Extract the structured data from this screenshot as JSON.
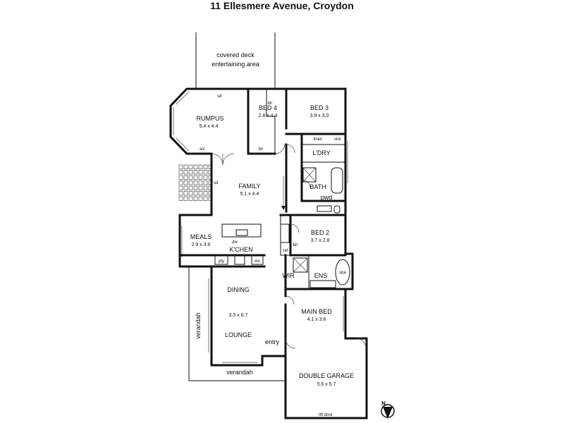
{
  "title": "11 Ellesmere Avenue, Croydon",
  "rooms": {
    "deck": {
      "line1": "covered deck",
      "line2": "entertaining area"
    },
    "rumpus": {
      "name": "RUMPUS",
      "dims": "5.4 x 4.4"
    },
    "bed4": {
      "name": "BED 4",
      "dims": "2.8 x 4.4"
    },
    "bed3": {
      "name": "BED 3",
      "dims": "3.9 x 3.0"
    },
    "laundry": {
      "name": "L'DRY"
    },
    "bath": {
      "name": "BATH"
    },
    "family": {
      "name": "FAMILY",
      "dims": "5.1 x 4.4"
    },
    "bed2": {
      "name": "BED 2",
      "dims": "3.7 x 2.8"
    },
    "meals": {
      "name": "MEALS",
      "dims": "2.9 x 3.6"
    },
    "kitchen": {
      "name": "K'CHEN"
    },
    "wir": {
      "name": "WIR"
    },
    "ens": {
      "name": "ENS"
    },
    "dining": {
      "name": "DINING"
    },
    "lounge": {
      "name": "LOUNGE",
      "dims": "3.5 x 6.7"
    },
    "main_bed": {
      "name": "MAIN BED",
      "dims": "4.1 x 3.6"
    },
    "garage": {
      "name": "DOUBLE GARAGE",
      "dims": "5.6 x 5.7"
    }
  },
  "labels": {
    "sd": "sd",
    "sd2": "sd",
    "ac": "a/c",
    "bir": "bir",
    "bir2": "bir",
    "bir3": "bir",
    "linen": "linen",
    "stor": "stor",
    "pwd": "pwd",
    "ref": "ref",
    "dw": "dw",
    "pty": "pty",
    "wo": "wo",
    "spa": "spa",
    "entry": "entry",
    "verandah_side": "verandah",
    "verandah_bottom": "verandah",
    "lift_door": "lift door",
    "north": "N"
  }
}
